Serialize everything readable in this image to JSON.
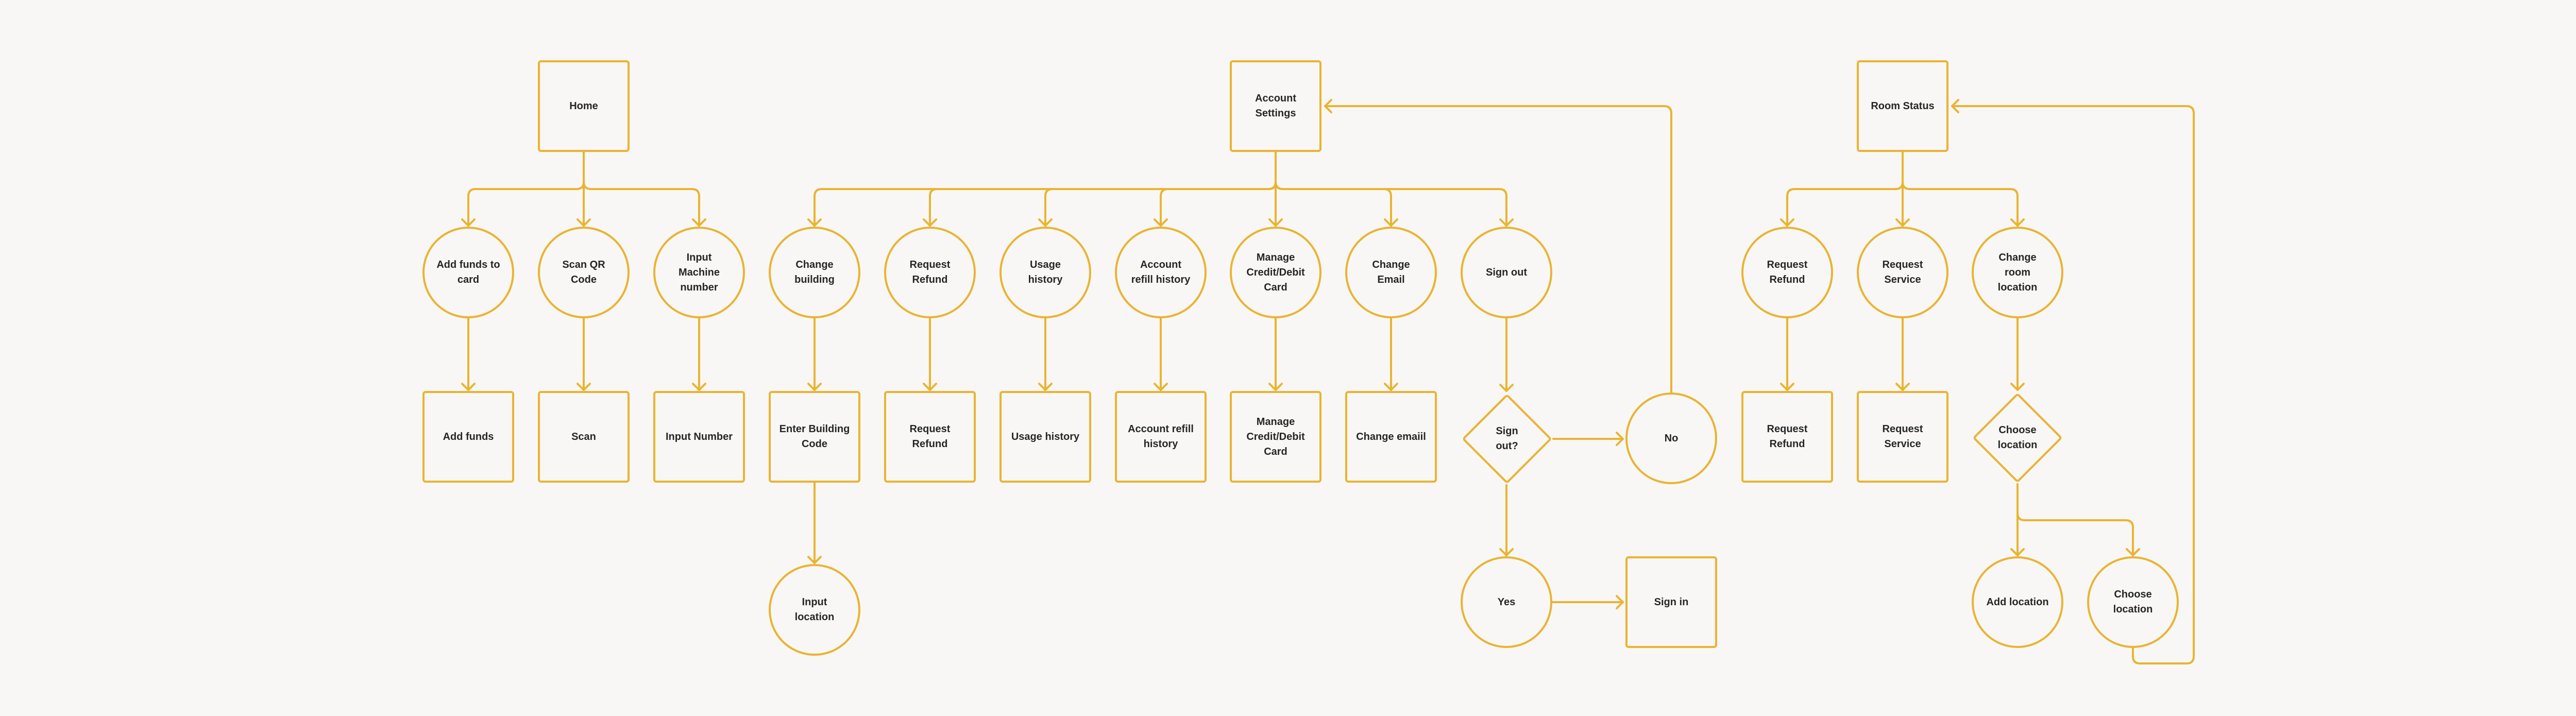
{
  "colors": {
    "stroke": "#eab432",
    "text": "#262626",
    "background": "#f8f7f6"
  },
  "nodes": {
    "home": "Home",
    "add_funds_to_card": "Add funds to\ncard",
    "scan_qr_code": "Scan QR\nCode",
    "input_machine_number": "Input\nMachine\nnumber",
    "add_funds": "Add funds",
    "scan": "Scan",
    "input_number": "Input Number",
    "account_settings": "Account\nSettings",
    "change_building": "Change\nbuilding",
    "request_refund_c": "Request\nRefund",
    "usage_history_c": "Usage\nhistory",
    "account_refill_history_c": "Account\nrefill history",
    "manage_card_c": "Manage\nCredit/Debit\nCard",
    "change_email_c": "Change\nEmail",
    "sign_out": "Sign out",
    "enter_building_code": "Enter Building\nCode",
    "request_refund_r": "Request\nRefund",
    "usage_history_r": "Usage history",
    "account_refill_history_r": "Account refill\nhistory",
    "manage_card_r": "Manage\nCredit/Debit\nCard",
    "change_emaiil": "Change emaiil",
    "sign_out_q": "Sign\nout?",
    "no": "No",
    "input_location": "Input\nlocation",
    "yes": "Yes",
    "sign_in": "Sign in",
    "room_status": "Room Status",
    "request_refund_rs_c": "Request\nRefund",
    "request_service_c": "Request\nService",
    "change_room_location": "Change\nroom\nlocation",
    "request_refund_rs_r": "Request\nRefund",
    "request_service_r": "Request\nService",
    "choose_location_q": "Choose\nlocation",
    "add_location": "Add location",
    "choose_location_c": "Choose\nlocation"
  }
}
